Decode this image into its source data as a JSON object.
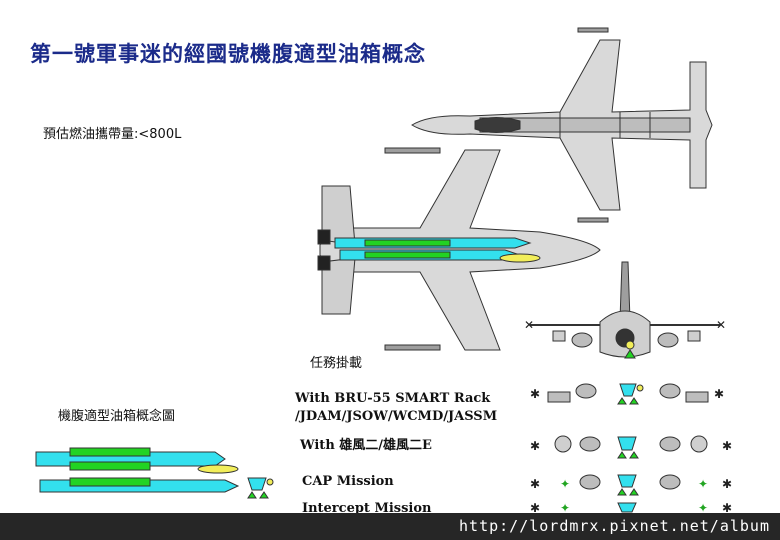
{
  "title": "第一號軍事迷的經國號機腹適型油箱概念",
  "fuel_estimate": "預估燃油攜帶量:<800L",
  "mission_loads_label": "任務掛載",
  "tank_concept_label": "機腹適型油箱概念圖",
  "missions": [
    {
      "line1": "With BRU-55 SMART Rack",
      "line2": "/JDAM/JSOW/WCMD/JASSM"
    },
    {
      "line1": "With  雄風二/雄風二E"
    },
    {
      "line1": "CAP Mission"
    },
    {
      "line1": "Intercept Mission"
    }
  ],
  "footer_url": "http://lordmrx.pixnet.net/album",
  "colors": {
    "title": "#1b2b8a",
    "tank": "#33e0ee",
    "missile": "#22d322",
    "bomb": "#f2ee5a",
    "footer_bg": "#262626"
  }
}
